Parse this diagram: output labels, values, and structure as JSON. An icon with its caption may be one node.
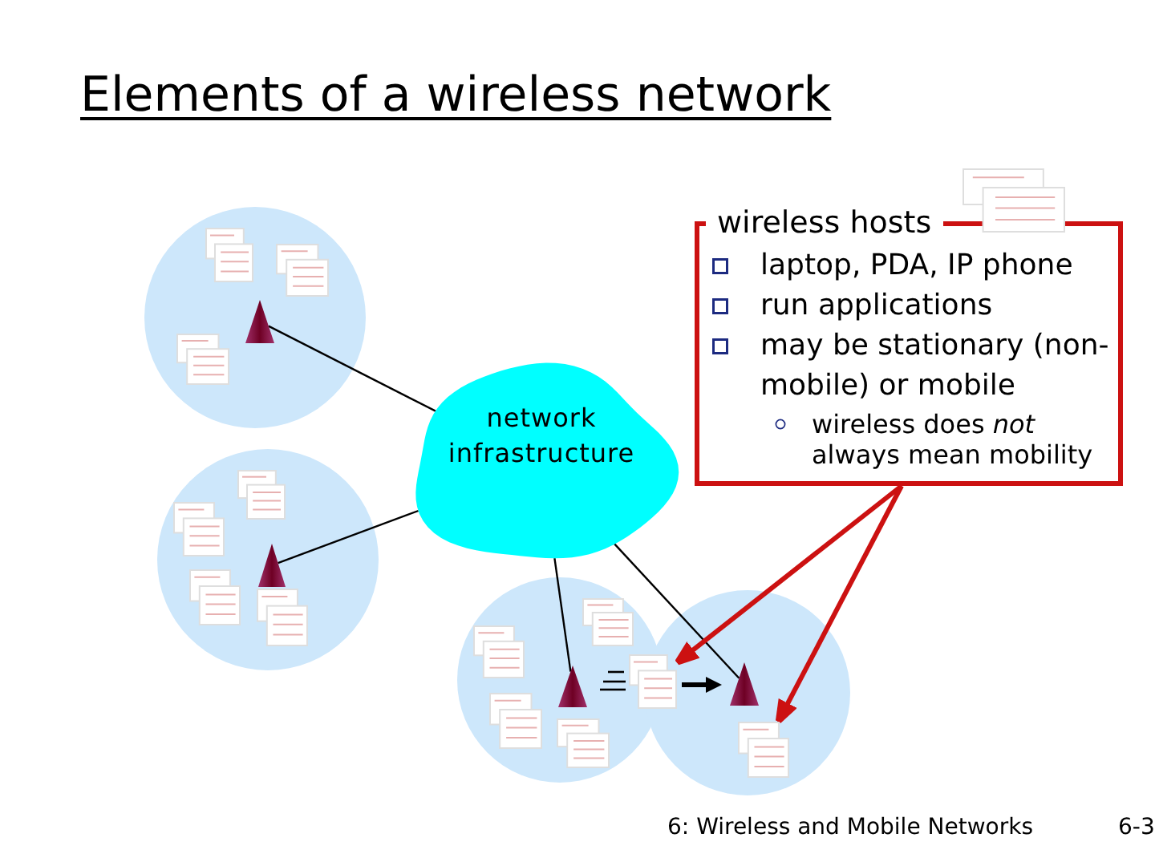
{
  "diagram": {
    "title": "Elements of a wireless network",
    "nodes": [
      {
        "text": [
          "network infrastructure"
        ]
      },
      {
        "text": [
          "wireless hosts",
          "laptop, PDA, IP phone",
          "run applications",
          "may be stationary (non-mobile) or mobile",
          "wireless does *not* always mean mobility"
        ]
      },
      {
        "text": [],
        "shape": "picture"
      },
      {
        "text": [],
        "shape": "picture"
      },
      {
        "text": [],
        "shape": "picture"
      },
      {
        "text": [],
        "shape": "triangle"
      },
      {
        "text": [],
        "shape": "picture"
      },
      {
        "text": [],
        "shape": "picture"
      },
      {
        "text": [],
        "shape": "picture"
      },
      {
        "text": [],
        "shape": "triangle"
      },
      {
        "text": [],
        "shape": "picture"
      },
      {
        "text": [],
        "shape": "picture"
      },
      {
        "text": [],
        "shape": "picture"
      },
      {
        "text": [],
        "shape": "picture"
      },
      {
        "text": [],
        "shape": "triangle"
      },
      {
        "text": [],
        "shape": "picture"
      },
      {
        "text": [],
        "shape": "picture"
      },
      {
        "text": [],
        "shape": "picture"
      },
      {
        "text": [],
        "shape": "triangle"
      },
      {
        "text": [],
        "shape": "picture"
      }
    ],
    "edges": [
      {
        "from": 0,
        "to": 5,
        "arrow": "none"
      },
      {
        "from": 0,
        "to": 9,
        "arrow": "none"
      },
      {
        "from": 0,
        "to": 14,
        "arrow": "none"
      },
      {
        "from": 0,
        "to": 18,
        "arrow": "none"
      },
      {
        "from": 1,
        "to": 17,
        "arrow": "to",
        "style": "thick",
        "color": "#cc1111"
      },
      {
        "from": 1,
        "to": 19,
        "arrow": "to",
        "style": "thick",
        "color": "#cc1111"
      }
    ],
    "labels": [
      "6: Wireless and Mobile Networks",
      "6-3"
    ]
  }
}
